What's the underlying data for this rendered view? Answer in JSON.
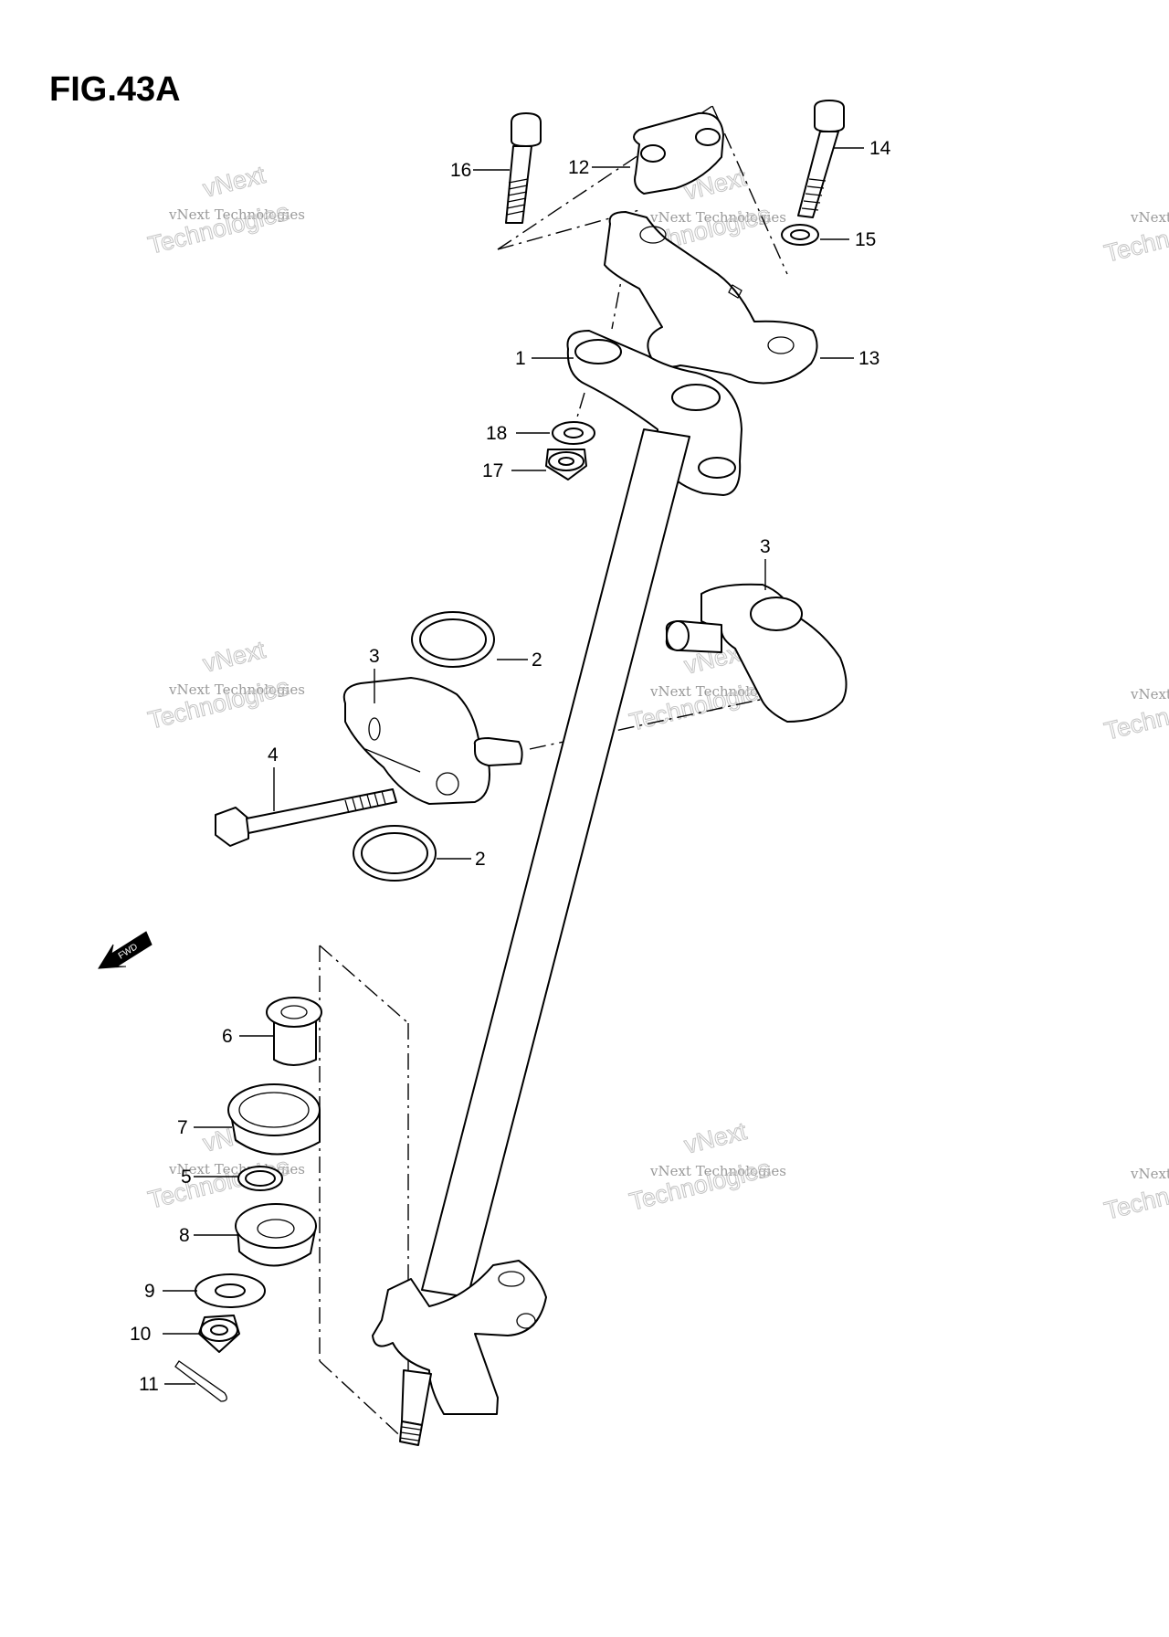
{
  "figure": {
    "title": "FIG.43A"
  },
  "callouts": {
    "c1": "1",
    "c2a": "2",
    "c2b": "2",
    "c3a": "3",
    "c3b": "3",
    "c4": "4",
    "c5": "5",
    "c6": "6",
    "c7": "7",
    "c8": "8",
    "c9": "9",
    "c10": "10",
    "c11": "11",
    "c12": "12",
    "c13": "13",
    "c14": "14",
    "c15": "15",
    "c16": "16",
    "c17": "17",
    "c18": "18"
  },
  "fwd_arrow": {
    "label": "FWD"
  },
  "watermark": {
    "line1": "vNext Technologies",
    "line2": "vNext",
    "line3": "Technologies"
  }
}
